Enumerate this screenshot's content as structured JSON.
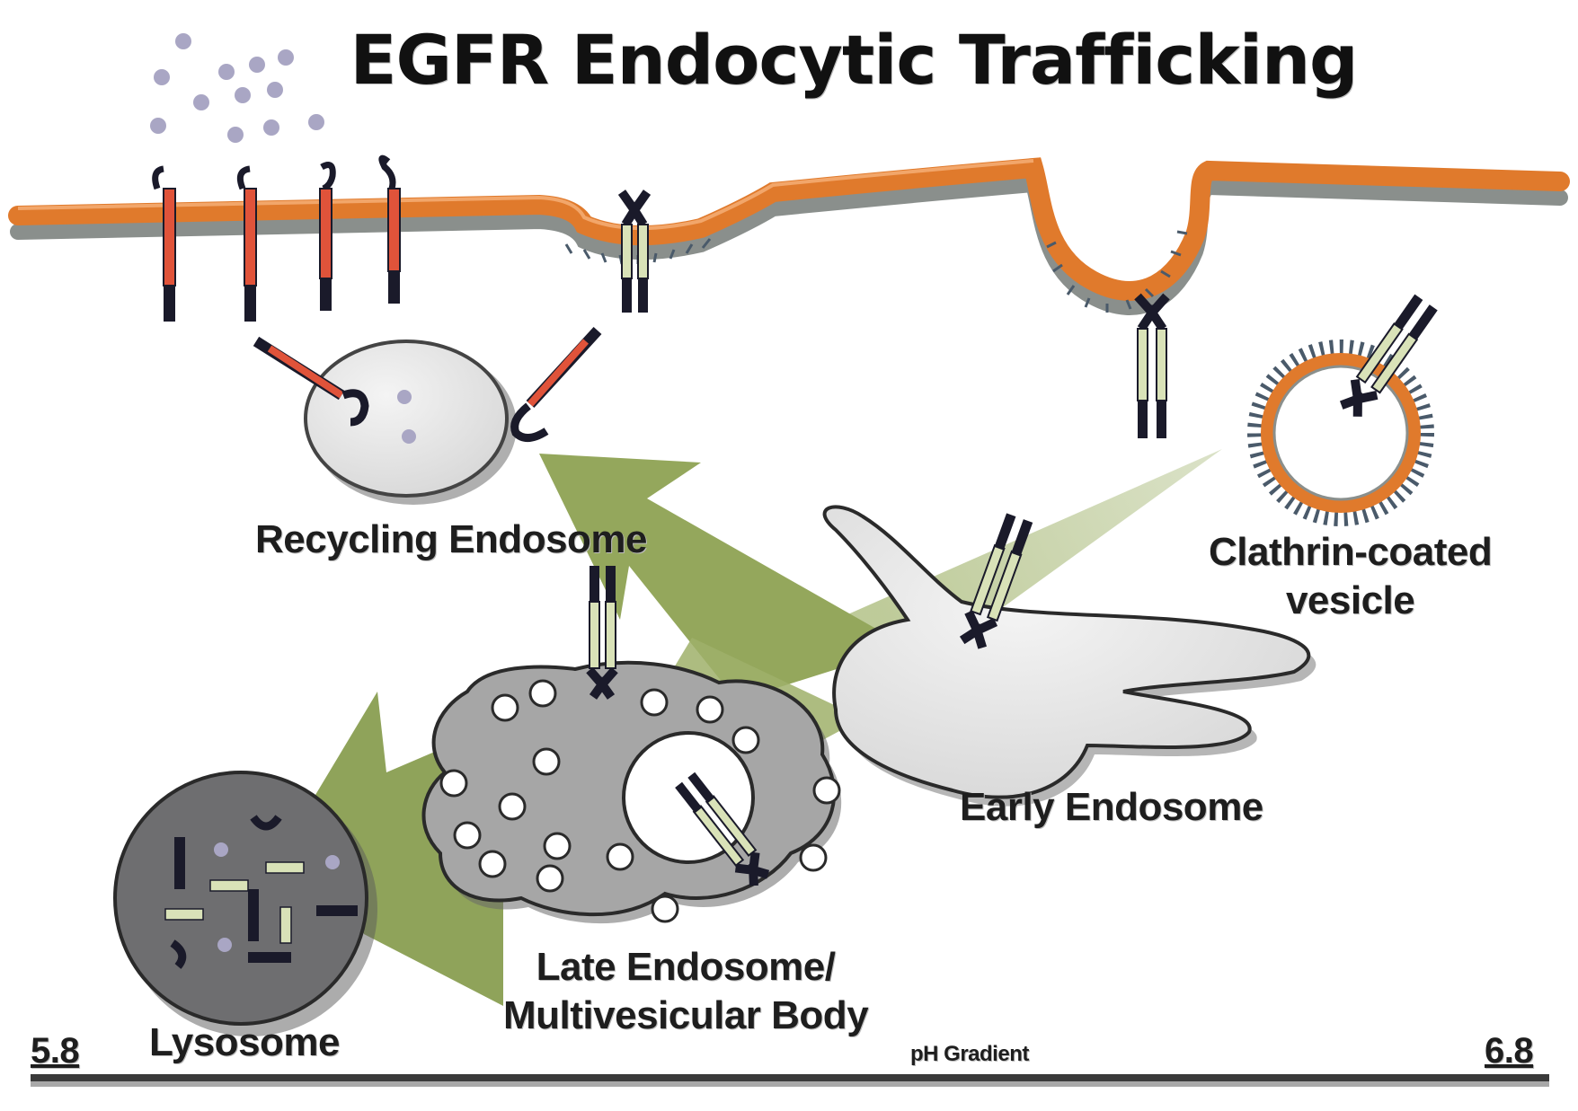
{
  "title": "EGFR Endocytic Trafficking",
  "labels": {
    "recycling_endosome": "Recycling Endosome",
    "clathrin_line1": "Clathrin-coated",
    "clathrin_line2": "vesicle",
    "early_endosome": "Early Endosome",
    "late_line1": "Late Endosome/",
    "late_line2": "Multivesicular Body",
    "lysosome": "Lysosome"
  },
  "ph_gradient": {
    "label": "pH Gradient",
    "left_value": "5.8",
    "right_value": "6.8"
  },
  "colors": {
    "membrane_orange": "#e07a2c",
    "membrane_gray": "#8a8f8c",
    "arrow_green": "#8fa35a",
    "receptor_red": "#e0533a",
    "receptor_pale": "#d9e2b8",
    "receptor_dark": "#1a1a2a",
    "late_endosome_fill": "#a6a6a6",
    "lysosome_fill": "#6e6e70",
    "ligand_dot": "#a9a6c4"
  }
}
